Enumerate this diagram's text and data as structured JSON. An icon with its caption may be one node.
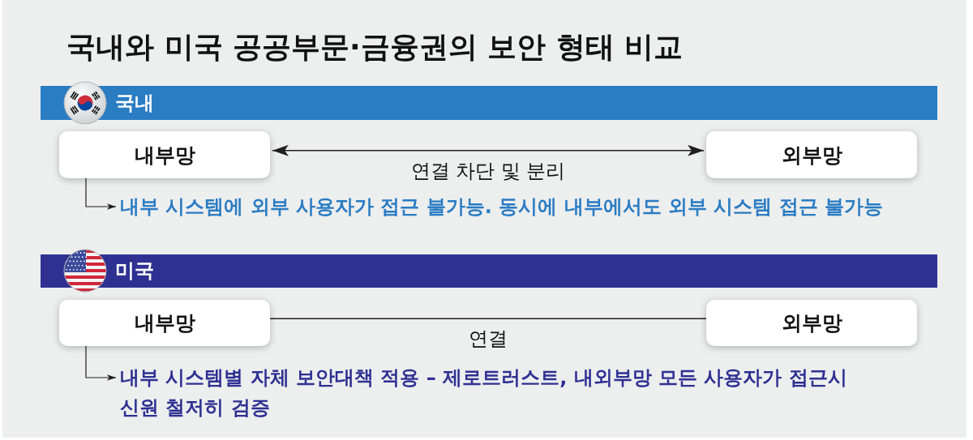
{
  "diagram": {
    "title": "국내와 미국 공공부문·금융권의 보안 형태 비교",
    "nodes": [
      {
        "text": [
          "국내"
        ]
      },
      {
        "text": [
          "내부망"
        ]
      },
      {
        "text": [
          "외부망"
        ]
      },
      {
        "text": [
          "내부 시스템에 외부 사용자가 접근 불가능. 동시에 내부에서도 외부 시스템 접근 불가능"
        ]
      },
      {
        "text": [
          "미국"
        ]
      },
      {
        "text": [
          "내부망"
        ]
      },
      {
        "text": [
          "외부망"
        ]
      },
      {
        "text": [
          "내부 시스템별 자체 보안대책 적용 – 제로트러스트, 내외부망 모든 사용자가 접근시 신원 철저히 검증"
        ]
      }
    ],
    "edges": [
      {
        "from": 1,
        "to": 2,
        "arrow": "both",
        "label": "연결 차단 및 분리"
      },
      {
        "from": 1,
        "to": 3,
        "arrow": "to"
      },
      {
        "from": 5,
        "to": 6,
        "arrow": "none",
        "label": "연결"
      },
      {
        "from": 5,
        "to": 7,
        "arrow": "to"
      }
    ]
  }
}
